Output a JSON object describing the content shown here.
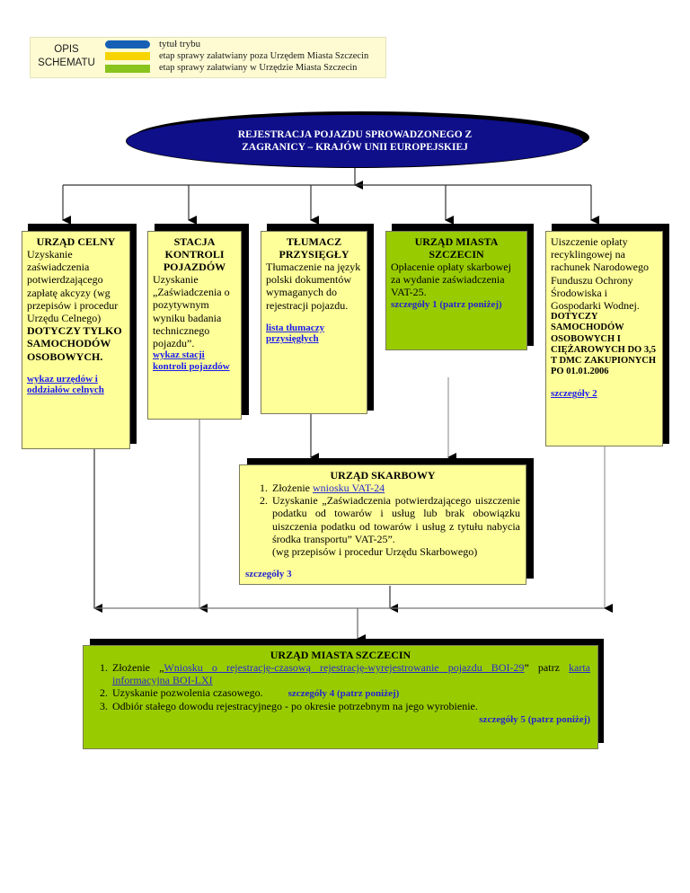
{
  "legend": {
    "title_line1": "OPIS",
    "title_line2": "SCHEMATU",
    "items": [
      {
        "label": "tytuł trybu",
        "color": "#1560b5"
      },
      {
        "label": "etap sprawy załatwiany poza Urzędem Miasta Szczecin",
        "color": "#f7d400"
      },
      {
        "label": "etap sprawy załatwiany w Urzędzie Miasta Szczecin",
        "color": "#89c31d"
      }
    ]
  },
  "title": {
    "line1": "REJESTRACJA POJAZDU SPROWADZONEGO Z",
    "line2": "ZAGRANICY – KRAJÓW UNII EUROPEJSKIEJ",
    "color": "#0f0f8a"
  },
  "boxes": {
    "urzad_celny": {
      "heading": "URZĄD CELNY",
      "body": "Uzyskanie zaświadczenia potwierdzającego zapłatę akcyzy (wg przepisów i procedur Urzędu Celnego)",
      "bold": "DOTYCZY TYLKO SAMOCHODÓW OSOBOWYCH.",
      "link": "wykaz urzędów i oddziałów celnych"
    },
    "stacja_kontroli": {
      "heading": "STACJA KONTROLI POJAZDÓW",
      "body": "Uzyskanie „Zaświadczenia o pozytywnym wyniku badania technicznego pojazdu”.",
      "link": "wykaz stacji kontroli pojazdów"
    },
    "tlumacz": {
      "heading": "TŁUMACZ PRZYSIĘGŁY",
      "body": "Tłumaczenie na język polski dokumentów wymaganych do rejestracji pojazdu.",
      "link": "lista tłumaczy przysięgłych"
    },
    "urzad_miasta_1": {
      "heading": "URZĄD MIASTA SZCZECIN",
      "body": "Opłacenie opłaty skarbowej za wydanie zaświadczenia VAT-25.",
      "link": "szczegóły 1 (patrz poniżej)"
    },
    "recykling": {
      "body": "Uiszczenie opłaty recyklingowej na rachunek Narodowego Funduszu Ochrony Środowiska i Gospodarki Wodnej.",
      "bold": "DOTYCZY SAMOCHODÓW OSOBOWYCH I CIĘŻAROWYCH DO 3,5 T DMC ZAKUPIONYCH PO 01.01.2006",
      "link": "szczegóły 2"
    },
    "urzad_skarbowy": {
      "heading": "URZĄD SKARBOWY",
      "step1_prefix": "Złożenie ",
      "step1_link": "wniosku VAT-24",
      "step2": "Uzyskanie „Zaświadczenia potwierdzającego uiszczenie podatku od towarów i usług lub brak obowiązku uiszczenia podatku od towarów i usług z tytułu nabycia środka transportu” VAT-25”.",
      "note": "(wg przepisów i procedur Urzędu Skarbowego)",
      "link": "szczegóły 3"
    },
    "urzad_miasta_final": {
      "heading": "URZĄD MIASTA SZCZECIN",
      "step1_prefix": "Złożenie „",
      "step1_link": "Wniosku o rejestrację-czasową rejestrację-wyrejestrowanie pojazdu BOI-29",
      "step1_mid": "” patrz ",
      "step1_link2": "karta informacyjna BOI-LXI",
      "step2": "Uzyskanie pozwolenia czasowego.",
      "step2_link": "szczegóły 4 (patrz poniżej)",
      "step3": "Odbiór stałego dowodu rejestracyjnego - po okresie potrzebnym na jego wyrobienie.",
      "step3_link": "szczegóły 5 (patrz poniżej)"
    }
  },
  "colors": {
    "yellow_box": "#ffff99",
    "green_box": "#99cc00",
    "link": "#1a1aee"
  }
}
